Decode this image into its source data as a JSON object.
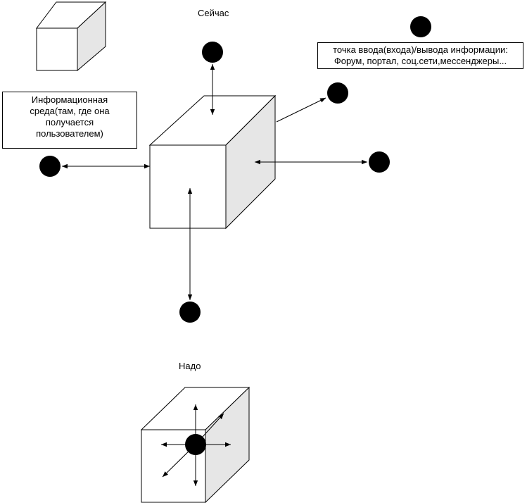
{
  "labels": {
    "now": "Сейчас",
    "need": "Надо",
    "info_env": "Информационная среда(там, где она получается пользователем)",
    "entry_point_line1": "точка ввода(входа)/вывода информации:",
    "entry_point_line2": "Форум, портал, соц.сети,мессенджеры..."
  },
  "colors": {
    "stroke": "#000000",
    "cube_face": "#ffffff",
    "cube_side": "#e6e6e6",
    "node": "#000000"
  }
}
